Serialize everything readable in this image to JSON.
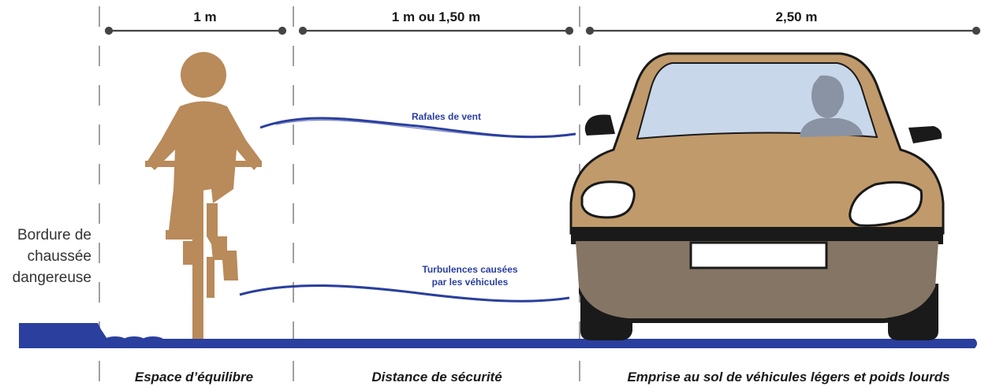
{
  "dimensions": {
    "balance_space": "1 m",
    "safety_distance": "1 m ou 1,50 m",
    "vehicle_footprint": "2,50 m"
  },
  "zones": {
    "balance_space": "Espace d’équilibre",
    "safety_distance": "Distance de sécurité",
    "vehicle_footprint": "Emprise au sol de véhicules légers et poids lourds"
  },
  "edge_label": {
    "line1": "Bordure de",
    "line2": "chaussée",
    "line3": "dangereuse"
  },
  "annotations": {
    "wind_gusts": "Rafales de vent",
    "turbulence_line1": "Turbulences causées",
    "turbulence_line2": "par les véhicules"
  },
  "colors": {
    "road": "#2a3f9e",
    "cyclist": "#b98a5a",
    "car_body": "#c09a6b",
    "car_bumper": "#857565",
    "windshield": "#c9d7ea",
    "driver": "#8a93a3",
    "tires": "#1a1a1a",
    "dimension_line": "#444444"
  },
  "icons": {
    "cyclist": "cyclist-icon",
    "car": "car-front-icon",
    "driver": "driver-silhouette-icon",
    "wind": "wind-stream-icon"
  }
}
